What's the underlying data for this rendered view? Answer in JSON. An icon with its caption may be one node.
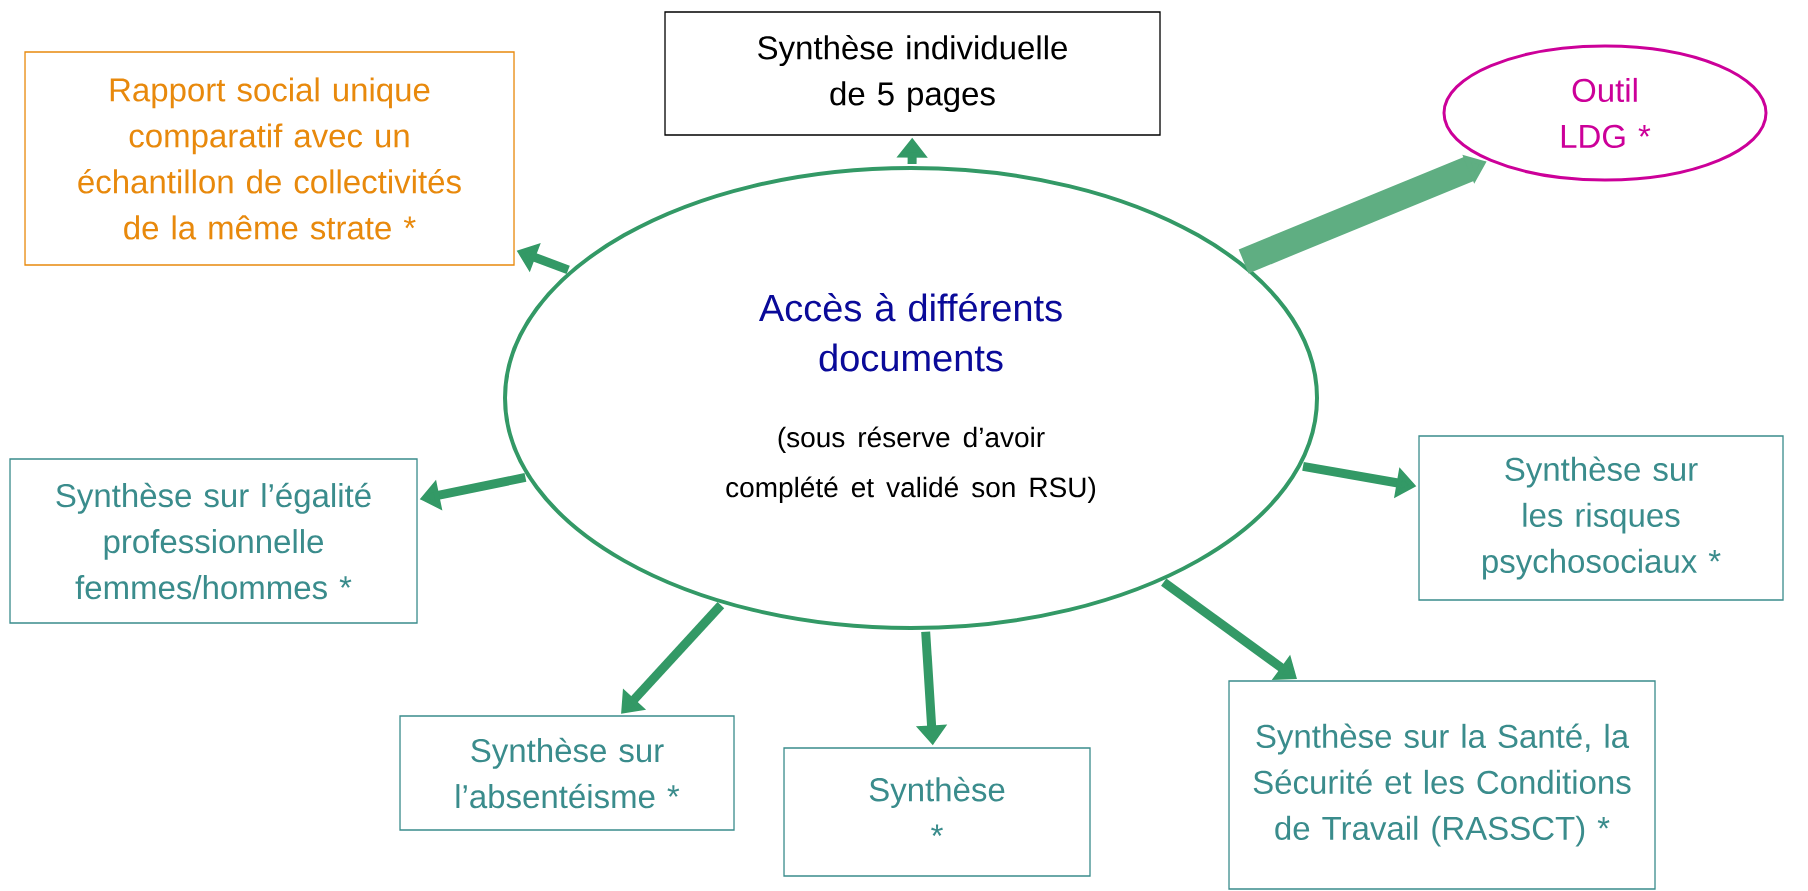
{
  "diagram": {
    "nodes": [
      {
        "text": [
          "Rapport social unique comparatif avec un échantillon de collectivités de la même strate *"
        ]
      },
      {
        "text": [
          "Synthèse individuelle de 5 pages"
        ]
      },
      {
        "text": [
          "Outil LDG *"
        ]
      },
      {
        "text": [
          "Accès à différents documents",
          "(sous réserve d’avoir complété et validé son RSU)"
        ]
      },
      {
        "text": [
          "Synthèse sur l’égalité professionnelle femmes/hommes *"
        ]
      },
      {
        "text": [
          "Synthèse sur les risques psychosociaux *"
        ]
      },
      {
        "text": [
          "Synthèse sur l’absentéisme *"
        ]
      },
      {
        "text": [
          "Synthèse *"
        ]
      },
      {
        "text": [
          "Synthèse sur la Santé, la Sécurité et les Conditions de Travail (RASSCT) *"
        ]
      }
    ],
    "edges": [
      {
        "from": 3,
        "to": 0,
        "arrow": "to"
      },
      {
        "from": 3,
        "to": 1,
        "arrow": "to"
      },
      {
        "from": 3,
        "to": 2,
        "arrow": "to",
        "style": "thick",
        "color": "#5fae82"
      },
      {
        "from": 3,
        "to": 4,
        "arrow": "to"
      },
      {
        "from": 3,
        "to": 5,
        "arrow": "to"
      },
      {
        "from": 3,
        "to": 6,
        "arrow": "to"
      },
      {
        "from": 3,
        "to": 7,
        "arrow": "to"
      },
      {
        "from": 3,
        "to": 8,
        "arrow": "to"
      }
    ]
  }
}
